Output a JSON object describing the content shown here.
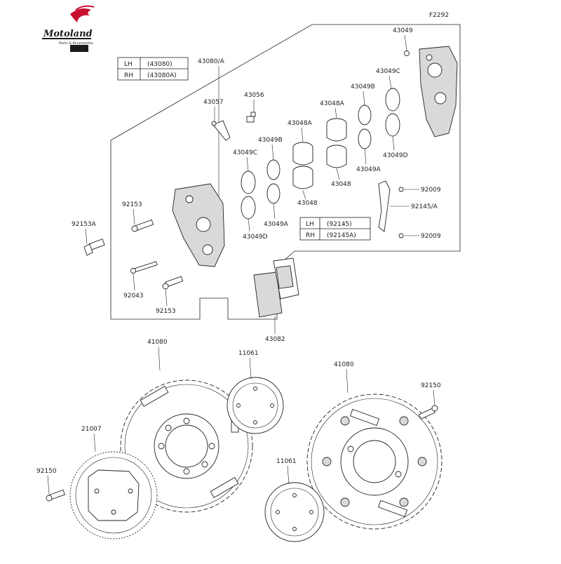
{
  "logo": {
    "text": "Motoland",
    "sub": "Parts & Accessories"
  },
  "figure_code": "F2292",
  "labels": {
    "p43049": "43049",
    "p43049C_r": "43049C",
    "p43049B_r": "43049B",
    "p43048A_r": "43048A",
    "p43049D_r": "43049D",
    "p43049A_r": "43049A",
    "p43048_r": "43048",
    "p43080A": "43080/A",
    "p43057": "43057",
    "p43056": "43056",
    "p43048A_l": "43048A",
    "p43049B_l": "43049B",
    "p43049C_l": "43049C",
    "p43048_l": "43048",
    "p43049A_l": "43049A",
    "p43049D_l": "43049D",
    "p92153_top": "92153",
    "p92153A": "92153A",
    "p92043": "92043",
    "p92153_bot": "92153",
    "p92009_top": "92009",
    "p92145A": "92145/A",
    "p92009_bot": "92009",
    "p43082": "43082",
    "p41080_l": "41080",
    "p11061_top": "11061",
    "p41080_r": "41080",
    "p92150_r": "92150",
    "p21007": "21007",
    "p92150_l": "92150",
    "p11061_bot": "11061"
  },
  "table_caliper": {
    "rows": [
      {
        "side": "LH",
        "part": "(43080)"
      },
      {
        "side": "RH",
        "part": "(43080A)"
      }
    ]
  },
  "table_bracket": {
    "rows": [
      {
        "side": "LH",
        "part": "(92145)"
      },
      {
        "side": "RH",
        "part": "(92145A)"
      }
    ]
  }
}
